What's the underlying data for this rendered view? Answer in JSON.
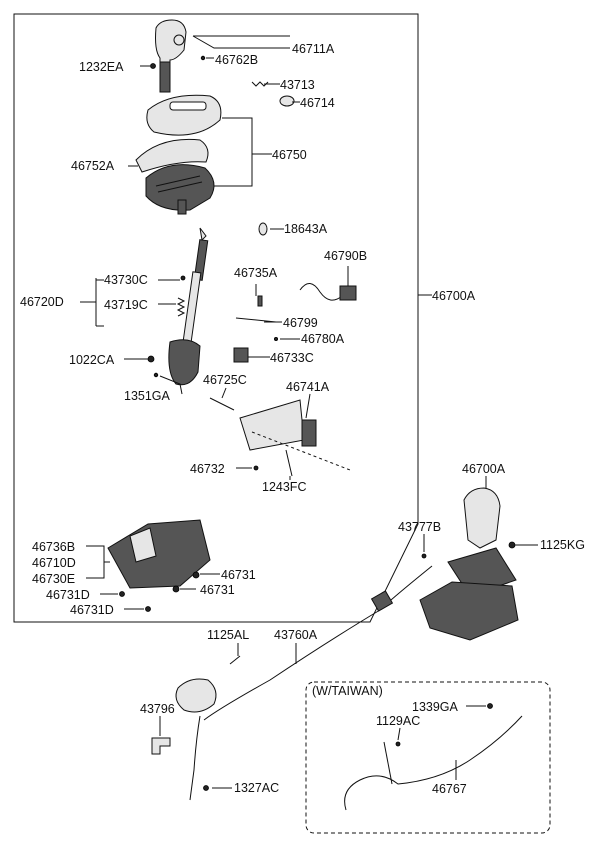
{
  "labels": {
    "l46711A": "46711A",
    "l1232EA": "1232EA",
    "l46762B": "46762B",
    "l43713": "43713",
    "l46714": "46714",
    "l46750": "46750",
    "l46752A": "46752A",
    "l18643A": "18643A",
    "l46735A": "46735A",
    "l46790B": "46790B",
    "l43730C": "43730C",
    "l46720D": "46720D",
    "l43719C": "43719C",
    "l46799": "46799",
    "l46780A": "46780A",
    "l46700A_main": "46700A",
    "l1022CA": "1022CA",
    "l46733C": "46733C",
    "l1351GA": "1351GA",
    "l46725C": "46725C",
    "l46741A": "46741A",
    "l46732": "46732",
    "l1243FC": "1243FC",
    "l46700A_assy": "46700A",
    "l43777B": "43777B",
    "l1125KG": "1125KG",
    "l46736B": "46736B",
    "l46710D": "46710D",
    "l46730E": "46730E",
    "l46731a": "46731",
    "l46731b": "46731",
    "l46731D": "46731D",
    "l46731Db": "46731D",
    "l1125AL": "1125AL",
    "l43760A": "43760A",
    "l43796": "43796",
    "l1327AC": "1327AC",
    "lTaiwan": "(W/TAIWAN)",
    "l1339GA": "1339GA",
    "l1129AC": "1129AC",
    "l46767": "46767"
  }
}
